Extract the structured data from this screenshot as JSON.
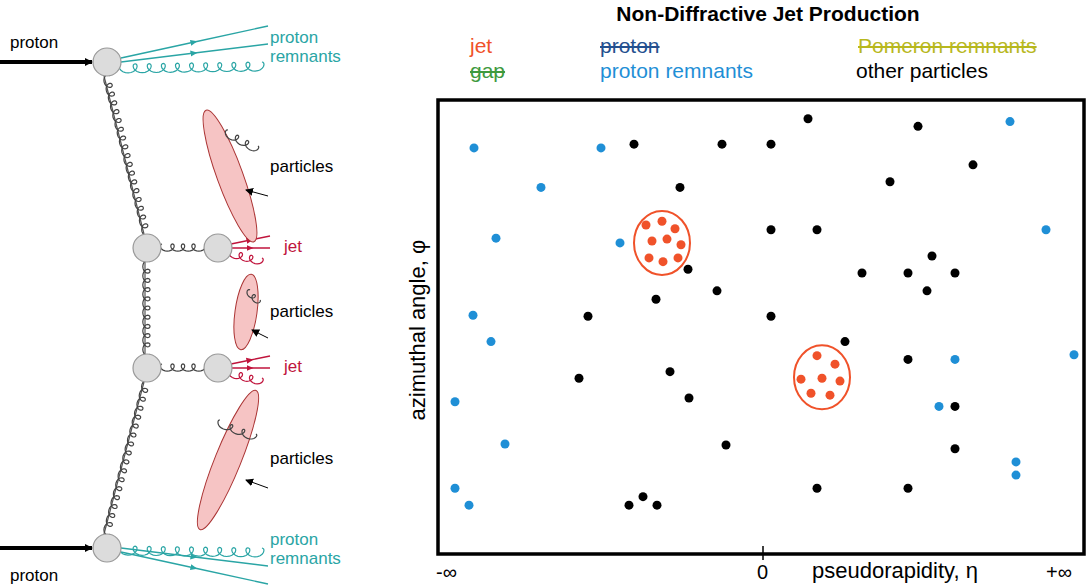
{
  "diagram": {
    "title": "Non-Diffractive Jet Production",
    "labels": [
      "proton",
      "proton remnants",
      "particles",
      "jet",
      "particles",
      "jet",
      "particles",
      "proton remnants",
      "proton",
      "azimuthal angle, φ",
      "-∞",
      "0",
      "pseudorapidity, η",
      "+∞"
    ],
    "legend": [
      {
        "text": "jet",
        "color": "#f0522a"
      },
      {
        "text": "proton",
        "color": "#24508f"
      },
      {
        "text": "Pomeron remnants",
        "color": "#b8b81e"
      },
      {
        "text": "gap",
        "color": "#3e9a3e"
      },
      {
        "text": "proton remnants",
        "color": "#1f8fd6"
      },
      {
        "text": "other particles",
        "color": "#000000"
      }
    ]
  }
}
